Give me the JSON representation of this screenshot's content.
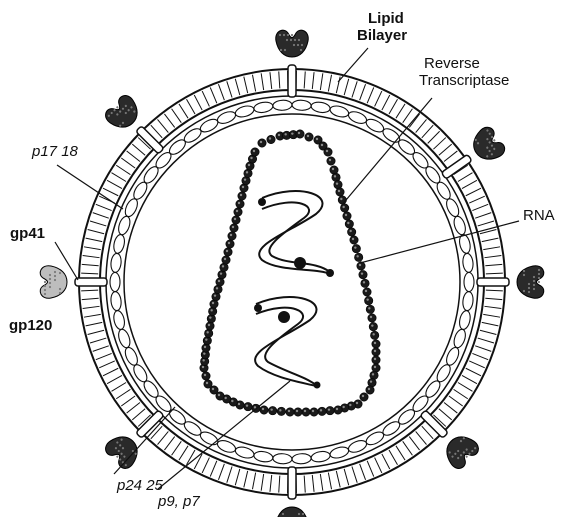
{
  "labels": {
    "lipid_bilayer_1": "Lipid",
    "lipid_bilayer_2": "Bilayer",
    "reverse_transcriptase_1": "Reverse",
    "reverse_transcriptase_2": "Transcriptase",
    "rna": "RNA",
    "p17_18": "p17 18",
    "gp41": "gp41",
    "gp120": "gp120",
    "p24_25": "p24 25",
    "p9_p7": "p9, p7"
  },
  "colors": {
    "stroke": "#111111",
    "fill": "#ffffff",
    "watermark": "#c9c9c9"
  }
}
